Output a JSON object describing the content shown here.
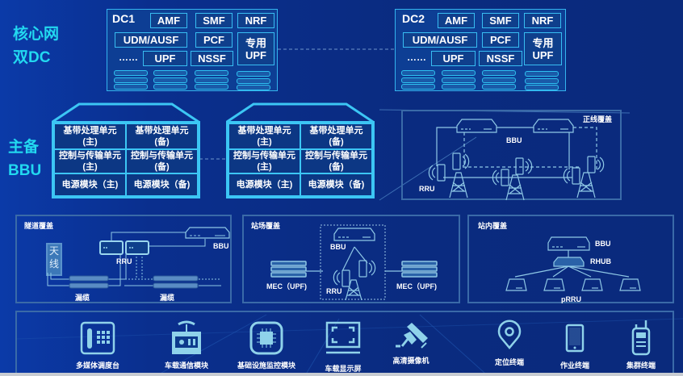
{
  "side_titles": {
    "core": [
      "核心网",
      "双DC"
    ],
    "bbu": [
      "主备",
      "BBU"
    ]
  },
  "dc1": {
    "label": "DC1",
    "functions": {
      "amf": "AMF",
      "smf": "SMF",
      "nrf": "NRF",
      "udm": "UDM/AUSF",
      "pcf": "PCF",
      "upf": "UPF",
      "nssf": "NSSF",
      "dedicated_upf": "专用\nUPF"
    },
    "more": "……"
  },
  "dc2": {
    "label": "DC2",
    "functions": {
      "amf": "AMF",
      "smf": "SMF",
      "nrf": "NRF",
      "udm": "UDM/AUSF",
      "pcf": "PCF",
      "upf": "UPF",
      "nssf": "NSSF",
      "dedicated_upf": "专用\nUPF"
    },
    "more": "……"
  },
  "bbu_units": [
    {
      "cells": [
        "基带处理单元\n(主)",
        "基带处理单元\n(备)",
        "控制与传输单元\n(主)",
        "控制与传输单元\n(备)",
        "电源模块（主)",
        "电源模块（备)"
      ]
    },
    {
      "cells": [
        "基带处理单元\n(主)",
        "基带处理单元\n(备)",
        "控制与传输单元\n(主)",
        "控制与传输单元\n(备)",
        "电源模块（主)",
        "电源模块（备)"
      ]
    }
  ],
  "mainline": {
    "title": "正线覆盖",
    "bbu_label": "BBU",
    "rru_label": "RRU"
  },
  "tunnel": {
    "title": "隧道覆盖",
    "antenna": "天\n线",
    "rru_label": "RRU",
    "bbu_label": "BBU",
    "cable_labels": [
      "漏缆",
      "漏缆"
    ]
  },
  "station_yard": {
    "title": "站场覆盖",
    "bbu_label": "BBU",
    "rru_label": "RRU",
    "mec_labels": [
      "MEC（UPF)",
      "MEC（UPF)"
    ]
  },
  "indoor": {
    "title": "站内覆盖",
    "bbu_label": "BBU",
    "rhub_label": "RHUB",
    "prru_label": "pRRU"
  },
  "terminals": [
    {
      "icon": "phone-dispatch-icon",
      "label": "多媒体调度台"
    },
    {
      "icon": "radio-module-icon",
      "label": "车载通信模块"
    },
    {
      "icon": "chip-icon",
      "label": "基础设施监控模块"
    },
    {
      "icon": "display-icon",
      "label": "车载显示屏"
    },
    {
      "icon": "camera-icon",
      "label": "高清摄像机"
    },
    {
      "icon": "location-pin-icon",
      "label": "定位终端"
    },
    {
      "icon": "handheld-icon",
      "label": "作业终端"
    },
    {
      "icon": "walkie-talkie-icon",
      "label": "集群终端"
    }
  ],
  "colors": {
    "accent": "#22d8f0",
    "border": "#3cc6f4",
    "panel_border": "#3a6aa8",
    "icon": "#8fd2ea",
    "background": "#0a2b80"
  }
}
